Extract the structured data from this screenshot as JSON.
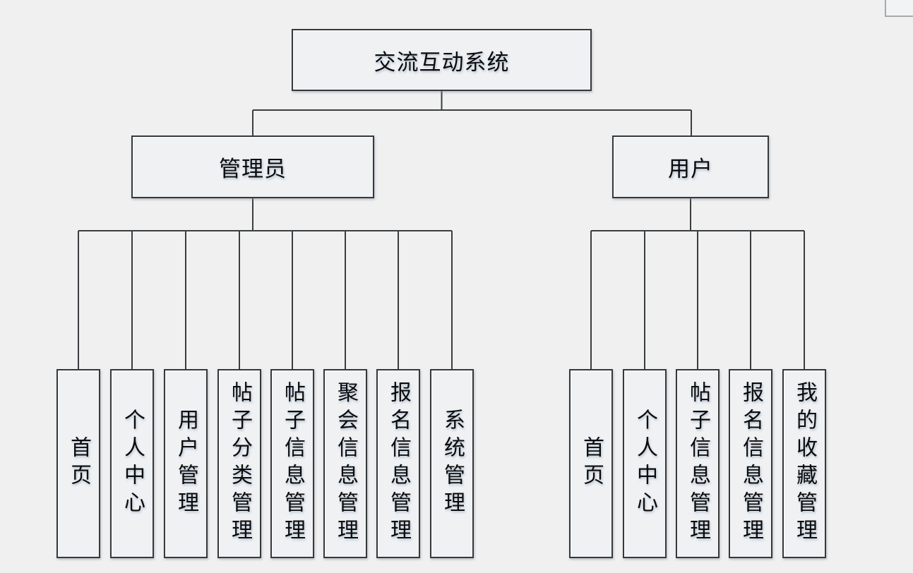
{
  "diagram": {
    "root_label": "交流互动系统",
    "branches": [
      {
        "label": "管理员",
        "children": [
          "首页",
          "个人中心",
          "用户管理",
          "帖子分类管理",
          "帖子信息管理",
          "聚会信息管理",
          "报名信息管理",
          "系统管理"
        ]
      },
      {
        "label": "用户",
        "children": [
          "首页",
          "个人中心",
          "帖子信息管理",
          "报名信息管理",
          "我的收藏管理"
        ]
      }
    ]
  },
  "colors": {
    "page-bg": "#f0f0f0",
    "box-fill": "#f0f1f3",
    "box-border": "#35393c",
    "line-color": "#3a3e41",
    "text-color": "#0b0b0c"
  }
}
